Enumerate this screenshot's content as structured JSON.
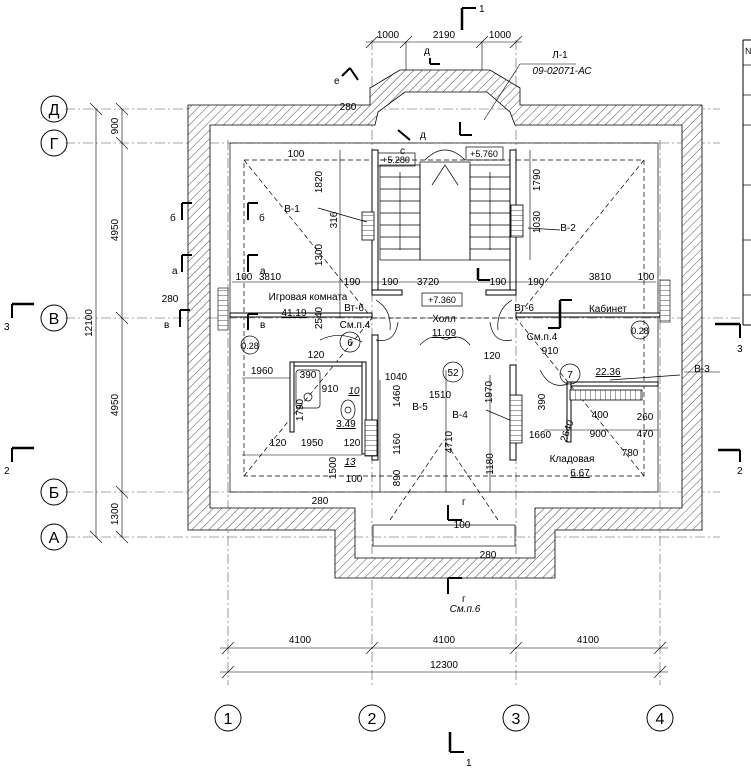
{
  "axes_vertical": [
    "1",
    "2",
    "3",
    "4"
  ],
  "axes_horizontal": [
    "Д",
    "Г",
    "В",
    "Б",
    "А"
  ],
  "dims_left": [
    "900",
    "4950",
    "4950",
    "1300"
  ],
  "dim_left_total": "12100",
  "dims_bottom": [
    "4100",
    "4100",
    "4100"
  ],
  "dim_bottom_total": "12300",
  "dims_top": [
    "1000",
    "2190",
    "1000"
  ],
  "section_marks": {
    "s1": "1",
    "s2": "2",
    "s3": "3",
    "a": "а",
    "b": "б",
    "v": "в",
    "g": "г",
    "d": "д",
    "e": "е"
  },
  "sheet_ref": {
    "sheet": "Л-1",
    "code": "09-02071-АС"
  },
  "rooms": [
    {
      "name": "Игровая комната",
      "area": "41.19",
      "num": "6"
    },
    {
      "name": "Холл",
      "area": "11.09",
      "num": "52"
    },
    {
      "name": "Кабинет",
      "area": "",
      "num": ""
    },
    {
      "name": "Кладовая",
      "area": "6.67",
      "num": ""
    }
  ],
  "room_extra": {
    "area7": "22.36",
    "num7": "7",
    "num10": "10",
    "num13": "13",
    "area_wc": "3.49"
  },
  "levels": [
    "+5.280",
    "+5.760",
    "+7.360"
  ],
  "tags": [
    "В-1",
    "В-2",
    "В-3",
    "В-4",
    "В-5",
    "Вт-6",
    "Вт-6",
    "См.п.4",
    "См.п.4",
    "См.п.6",
    "0.28",
    "0.28"
  ],
  "dim_labels": [
    "280",
    "100",
    "1820",
    "316",
    "1300",
    "1790",
    "1030",
    "3810",
    "190",
    "190",
    "3720",
    "190",
    "190",
    "3810",
    "100",
    "100",
    "280",
    "2540",
    "120",
    "910",
    "120",
    "1960",
    "390",
    "910",
    "1040",
    "1460",
    "1510",
    "1970",
    "390",
    "400",
    "260",
    "470",
    "1790",
    "1160",
    "4710",
    "1180",
    "890",
    "1660",
    "900",
    "780",
    "2640",
    "120",
    "1950",
    "120",
    "1500",
    "100",
    "280",
    "100",
    "280"
  ],
  "table_header": "№"
}
